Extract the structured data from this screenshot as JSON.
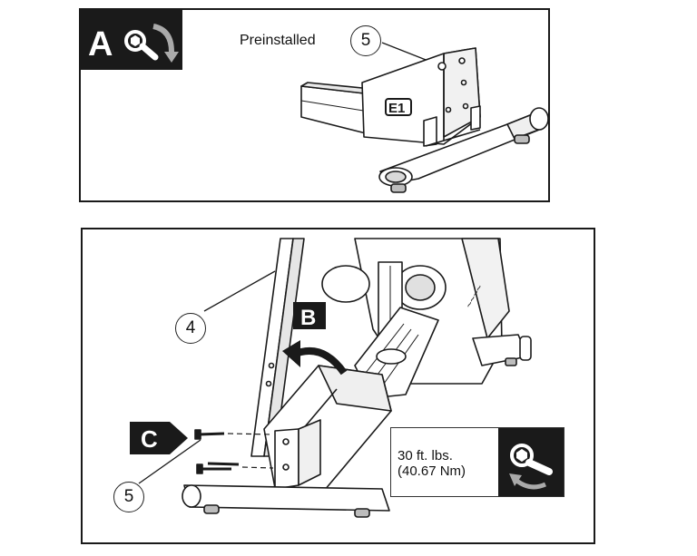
{
  "panel_a": {
    "step_letter": "A",
    "note": "Preinstalled",
    "callout": "5",
    "logo_text": "E1"
  },
  "panel_b": {
    "step_b_letter": "B",
    "step_c_letter": "C",
    "callout_4": "4",
    "callout_5": "5",
    "torque_line1": "30 ft. lbs.",
    "torque_line2": "(40.67 Nm)"
  },
  "icons": [
    "wrench-icon",
    "rotate-arrow-icon",
    "right-arrow-icon"
  ],
  "colors": {
    "ink": "#1a1a1a",
    "paper": "#ffffff",
    "shade": "#bdbdbd"
  }
}
